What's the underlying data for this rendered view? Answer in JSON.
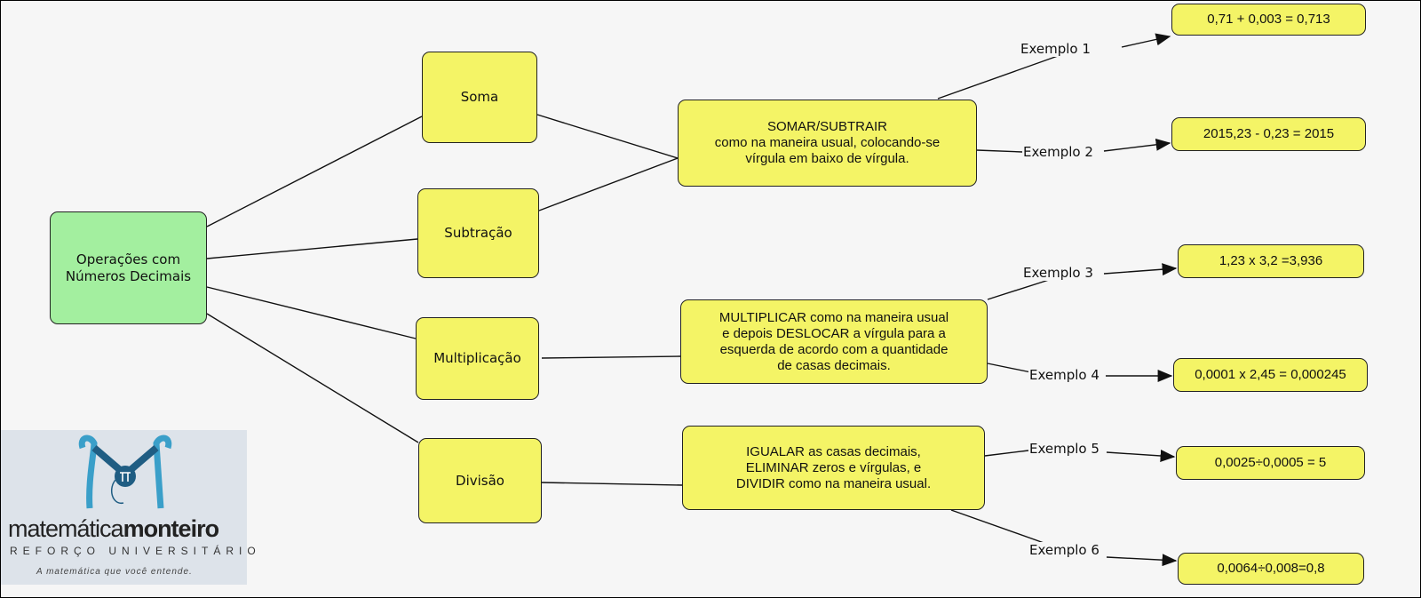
{
  "root": "Operações com\nNúmeros Decimais",
  "operations": [
    "Soma",
    "Subtração",
    "Multiplicação",
    "Divisão"
  ],
  "rules": {
    "add_sub": "SOMAR/SUBTRAIR\ncomo na maneira usual, colocando-se\nvírgula em baixo de vírgula.",
    "mult": "MULTIPLICAR como na maneira usual\ne depois DESLOCAR a vírgula para a\nesquerda de acordo com a quantidade\nde casas decimais.",
    "div": "IGUALAR as casas decimais,\nELIMINAR zeros e vírgulas, e\nDIVIDIR como na maneira usual."
  },
  "examples": [
    {
      "label": "Exemplo 1",
      "value": "0,71 + 0,003 = 0,713"
    },
    {
      "label": "Exemplo 2",
      "value": "2015,23 - 0,23 = 2015"
    },
    {
      "label": "Exemplo 3",
      "value": "1,23 x 3,2 =3,936"
    },
    {
      "label": "Exemplo 4",
      "value": "0,0001 x 2,45 = 0,000245"
    },
    {
      "label": "Exemplo 5",
      "value": "0,0025÷0,0005 = 5"
    },
    {
      "label": "Exemplo 6",
      "value": "0,0064÷0,008=0,8"
    }
  ],
  "logo": {
    "name_light": "matemática",
    "name_bold": "monteiro",
    "subtitle": "REFORÇO UNIVERSITÁRIO",
    "tagline": "A matemática que você entende."
  }
}
